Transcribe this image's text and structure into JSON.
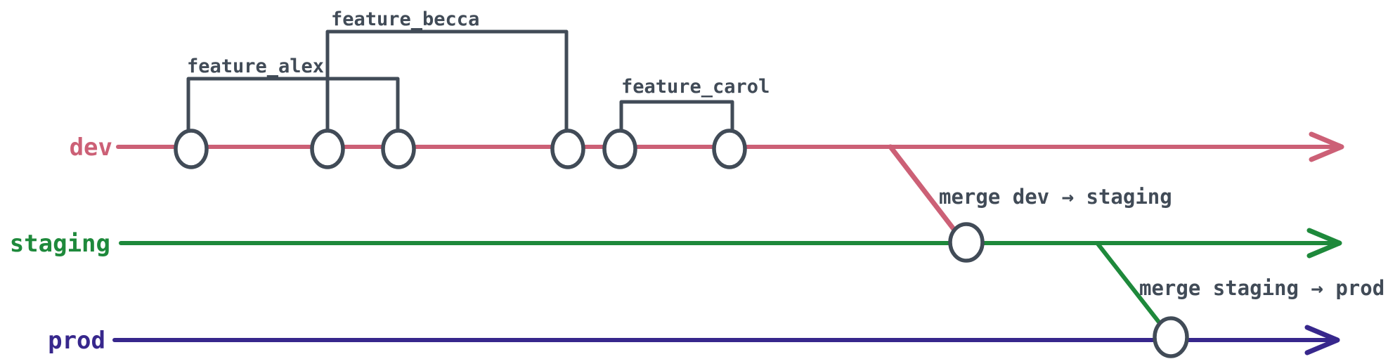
{
  "colors": {
    "dev": "#cc6076",
    "staging": "#1e893b",
    "prod": "#37278c",
    "ink": "#414b57",
    "background": "#ffffff"
  },
  "diagram": {
    "type": "git-branch-timeline",
    "branches": [
      {
        "name": "dev",
        "commit_count": 6,
        "has_arrow": true
      },
      {
        "name": "staging",
        "commit_count": 1,
        "has_arrow": true
      },
      {
        "name": "prod",
        "commit_count": 1,
        "has_arrow": true
      }
    ],
    "features": [
      {
        "label": "feature_alex",
        "branch": "dev",
        "spans_commits": [
          1,
          3
        ]
      },
      {
        "label": "feature_becca",
        "branch": "dev",
        "spans_commits": [
          2,
          4
        ]
      },
      {
        "label": "feature_carol",
        "branch": "dev",
        "spans_commits": [
          5,
          6
        ]
      }
    ],
    "merges": [
      {
        "label": "merge dev → staging",
        "from": "dev",
        "to": "staging"
      },
      {
        "label": "merge staging → prod",
        "from": "staging",
        "to": "prod"
      }
    ]
  }
}
